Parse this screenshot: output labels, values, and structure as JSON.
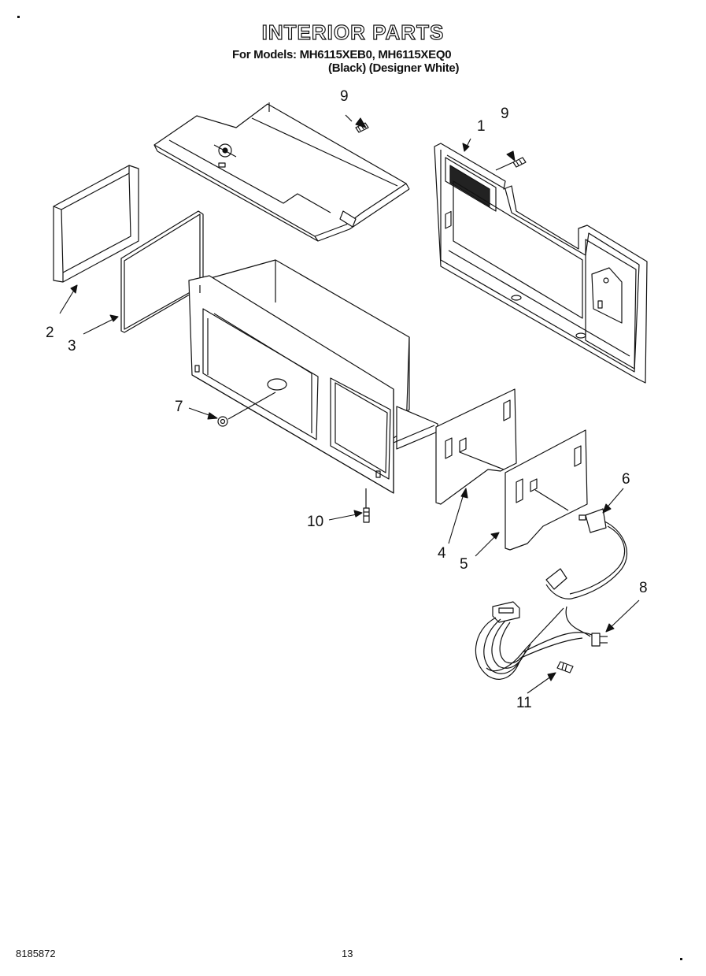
{
  "header": {
    "title": "INTERIOR PARTS",
    "models_line": "For Models: MH6115XEB0, MH6115XEQ0",
    "variants_line": "(Black)  (Designer White)"
  },
  "callouts": [
    "1",
    "2",
    "3",
    "4",
    "5",
    "6",
    "7",
    "8",
    "9",
    "9",
    "10",
    "11"
  ],
  "footer": {
    "doc_number": "8185872",
    "page_number": "13"
  }
}
